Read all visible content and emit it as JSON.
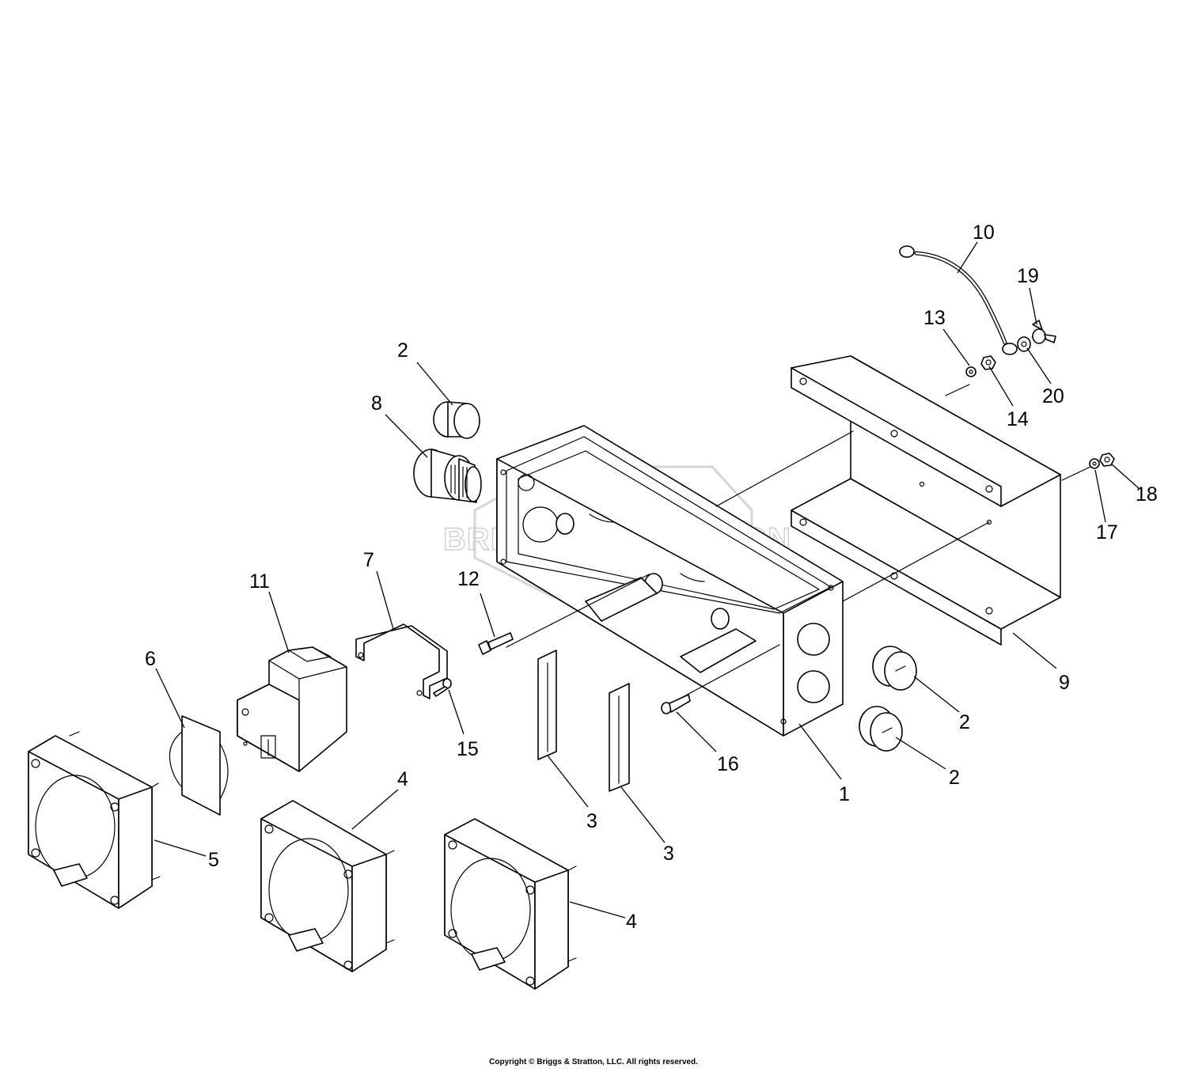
{
  "diagram": {
    "watermark_text": "BRIGGS & STRATTON",
    "callouts": [
      "1",
      "2",
      "2",
      "2",
      "3",
      "3",
      "4",
      "4",
      "5",
      "6",
      "7",
      "8",
      "9",
      "10",
      "11",
      "12",
      "13",
      "14",
      "15",
      "16",
      "17",
      "18",
      "19",
      "20"
    ]
  },
  "footer": {
    "copyright": "Copyright © Briggs & Stratton, LLC. All rights reserved."
  },
  "colors": {
    "line": "#000000",
    "background": "#ffffff",
    "watermark": "#cfcfcf"
  }
}
